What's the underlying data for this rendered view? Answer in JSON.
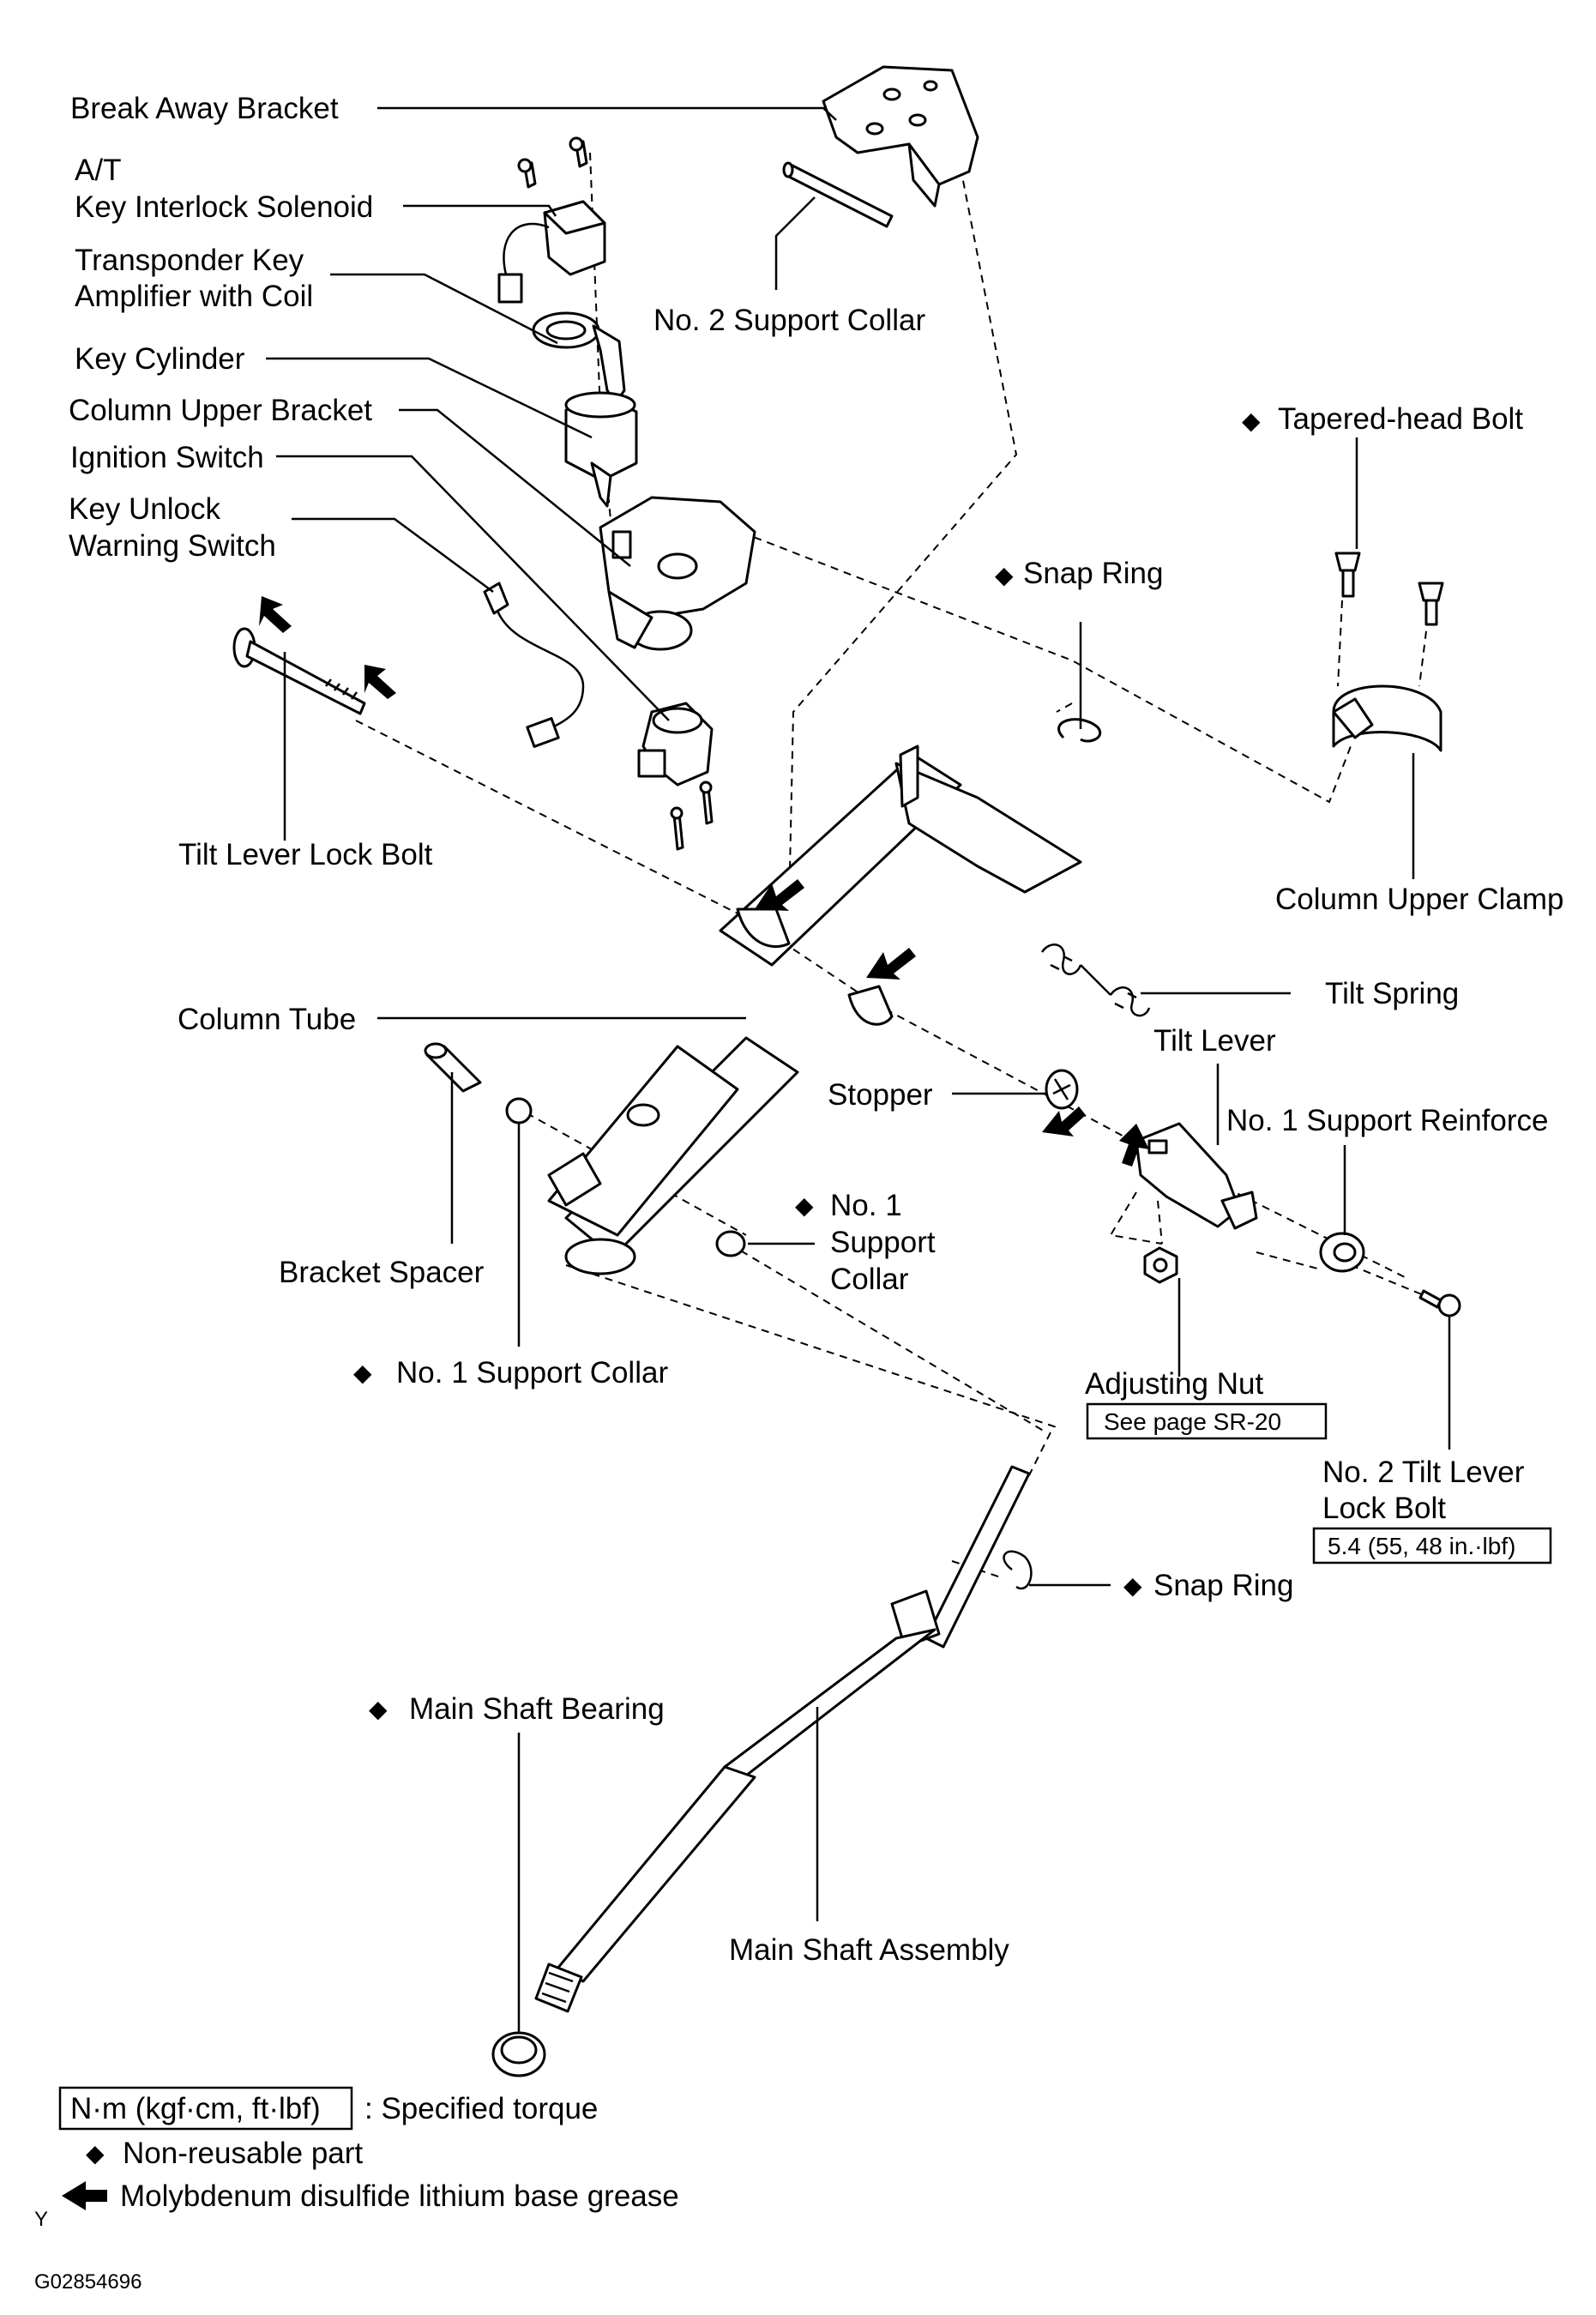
{
  "labels": {
    "break_away_bracket": "Break Away Bracket",
    "at": "A/T",
    "key_interlock_solenoid": "Key Interlock Solenoid",
    "transponder_key_line1": "Transponder Key",
    "transponder_key_line2": "Amplifier with Coil",
    "no2_support_collar": "No. 2 Support Collar",
    "key_cylinder": "Key Cylinder",
    "column_upper_bracket": "Column Upper Bracket",
    "ignition_switch": "Ignition Switch",
    "key_unlock_line1": "Key Unlock",
    "key_unlock_line2": "Warning Switch",
    "tapered_head_bolt": "Tapered-head  Bolt",
    "snap_ring_upper": "Snap Ring",
    "tilt_lever_lock_bolt": "Tilt Lever Lock Bolt",
    "column_upper_clamp": "Column Upper Clamp",
    "tilt_spring": "Tilt Spring",
    "column_tube": "Column Tube",
    "tilt_lever": "Tilt Lever",
    "stopper": "Stopper",
    "no1_support_reinforce": "No. 1 Support Reinforce",
    "no1_collar_right_line1": "No. 1",
    "no1_collar_right_line2": "Support",
    "no1_collar_right_line3": "Collar",
    "bracket_spacer": "Bracket Spacer",
    "no1_support_collar_left": "No. 1 Support Collar",
    "adjusting_nut": "Adjusting Nut",
    "adjusting_nut_ref": "See page SR-20",
    "no2_tilt_bolt_line1": "No. 2 Tilt Lever",
    "no2_tilt_bolt_line2": "Lock Bolt",
    "no2_tilt_bolt_torque": "5.4 (55, 48 in.·lbf)",
    "snap_ring_lower": "Snap Ring",
    "main_shaft_bearing": "Main Shaft Bearing",
    "main_shaft_assembly": "Main Shaft Assembly"
  },
  "legend": {
    "torque_units": "N·m (kgf·cm, ft·lbf)",
    "torque_desc": ": Specified torque",
    "non_reusable": "Non-reusable part",
    "grease": "Molybdenum disulfide lithium base grease"
  },
  "footer": {
    "code_letter": "Y",
    "figure_id": "G02854696"
  },
  "icons": {
    "non_reusable_marker": "diamond-icon",
    "grease_marker": "arrow-left-icon"
  }
}
